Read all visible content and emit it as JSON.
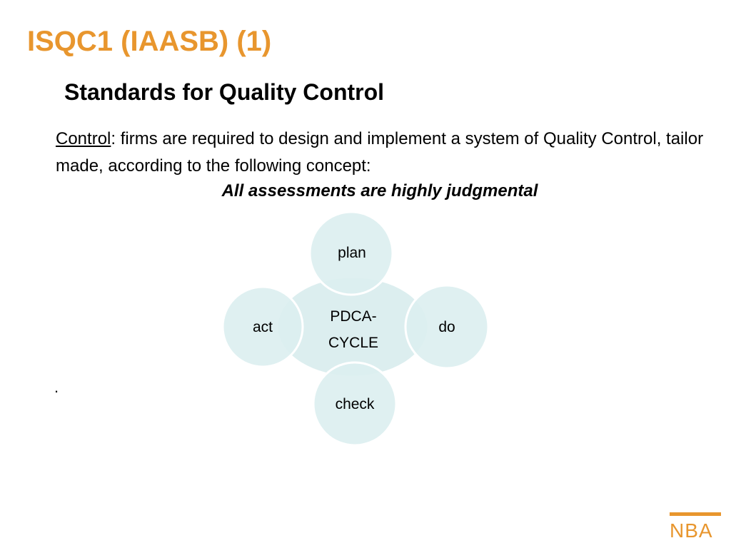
{
  "slide": {
    "title": "ISQC1 (IAASB) (1)",
    "subtitle": "Standards for Quality Control",
    "body": {
      "term": "Control",
      "text": ": firms are required to design and implement a system of Quality Control, tailor made, according to the following concept:"
    },
    "emphasis": "All assessments are highly judgmental",
    "trailing": "."
  },
  "diagram": {
    "center": {
      "line1": "PDCA-",
      "line2": "CYCLE"
    },
    "nodes": {
      "plan": "plan",
      "do": "do",
      "check": "check",
      "act": "act"
    },
    "colors": {
      "fill": "#DCEEEF",
      "overlap": "#C7E2E4",
      "stroke": "#ffffff"
    }
  },
  "logo": {
    "text": "NBA",
    "color": "#E8962E"
  }
}
